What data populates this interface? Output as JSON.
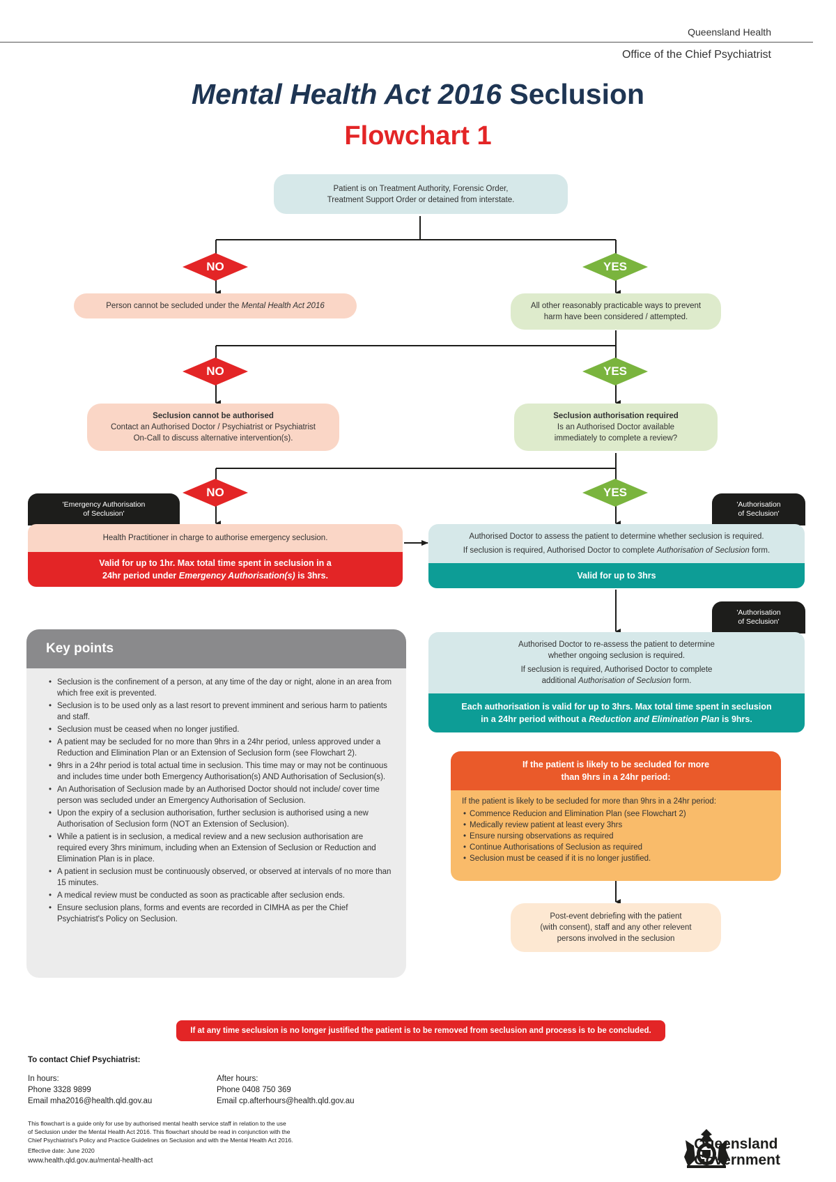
{
  "header": {
    "org": "Queensland Health",
    "office": "Office of the Chief Psychiatrist",
    "title_italic": "Mental Health Act 2016",
    "title_rest": " Seclusion",
    "subtitle": "Flowchart 1"
  },
  "flow": {
    "start_1": "Patient is on Treatment Authority, Forensic Order,",
    "start_2": "Treatment Support Order or detained from interstate.",
    "no_label": "NO",
    "yes_label": "YES",
    "no1_text_a": "Person cannot be secluded under the ",
    "no1_text_i": "Mental Health Act 2016",
    "yes1_1": "All other reasonably practicable ways to prevent",
    "yes1_2": "harm have been considered / attempted.",
    "no2_head": "Seclusion cannot be authorised",
    "no2_1": "Contact an Authorised Doctor / Psychiatrist or Psychiatrist",
    "no2_2": "On-Call to discuss alternative intervention(s).",
    "yes2_head": "Seclusion authorisation required",
    "yes2_1": "Is an Authorised Doctor available",
    "yes2_2": "immediately to complete a review?",
    "tab_emergency_1": "'Emergency Authorisation",
    "tab_emergency_2": "of Seclusion'",
    "tab_auth_1": "'Authorisation",
    "tab_auth_2": "of Seclusion'",
    "emergency_top": "Health Practitioner in charge to authorise emergency seclusion.",
    "emergency_bar_1": "Valid for up to 1hr. Max total time spent in seclusion in a",
    "emergency_bar_2a": "24hr period under ",
    "emergency_bar_2i": "Emergency Authorisation(s)",
    "emergency_bar_2b": " is 3hrs.",
    "auth1_1": "Authorised Doctor to assess the patient to determine whether seclusion is required.",
    "auth1_2a": "If seclusion is required, Authorised Doctor to complete ",
    "auth1_2i": "Authorisation of Seclusion",
    "auth1_2b": " form.",
    "auth1_bar": "Valid for up to 3hrs",
    "auth2_1": "Authorised Doctor to re-assess the patient to determine",
    "auth2_2": "whether ongoing seclusion is required.",
    "auth2_3": "If seclusion is required, Authorised Doctor to complete",
    "auth2_4a": "additional ",
    "auth2_4i": "Authorisation of Seclusion",
    "auth2_4b": " form.",
    "auth2_bar_1": "Each authorisation is valid for up to 3hrs. Max total time spent in seclusion",
    "auth2_bar_2a": "in a 24hr period without a ",
    "auth2_bar_2i": "Reduction and Elimination Plan",
    "auth2_bar_2b": " is 9hrs.",
    "orange_head_1": "If the patient is likely to be secluded for more",
    "orange_head_2": "than 9hrs in a 24hr period:",
    "orange_intro": "If the patient is likely to be secluded for more than 9hrs in a 24hr period:",
    "orange_items": [
      "Commence Reducion and Elimination Plan (see Flowchart 2)",
      "Medically review patient at least every 3hrs",
      "Ensure nursing observations as required",
      "Continue Authorisations of Seclusion as required",
      "Seclusion must be ceased if it is no longer justified."
    ],
    "debrief_1": "Post-event debriefing with the patient",
    "debrief_2": "(with consent), staff and any other relevent",
    "debrief_3": "persons involved in the seclusion"
  },
  "key_points": {
    "heading": "Key points",
    "items": [
      "Seclusion is the confinement of a person, at any time of the day or night, alone in an area from which free exit is prevented.",
      "Seclusion is to be used only as a last resort to prevent imminent and serious harm to patients and staff.",
      "Seclusion must be ceased when no longer justified.",
      "A patient may be secluded for no more than 9hrs in a 24hr period, unless approved under a Reduction and Elimination Plan or an Extension of Seclusion form (see Flowchart 2).",
      "9hrs in a 24hr period is total actual time in seclusion. This time may or may not be continuous and includes time under both Emergency Authorisation(s) AND Authorisation of Seclusion(s).",
      "An Authorisation of Seclusion made by an Authorised Doctor should not include/ cover time person was secluded under an Emergency Authorisation of Seclusion.",
      "Upon the expiry of a seclusion authorisation, further seclusion is authorised using a new Authorisation of Seclusion form (NOT an Extension of Seclusion).",
      "While a patient is in seclusion, a medical review and a new seclusion authorisation are required every 3hrs minimum, including when an Extension of Seclusion or Reduction and Elimination Plan is in place.",
      "A patient in seclusion must be continuously observed, or observed at intervals of no more than 15 minutes.",
      "A medical review must be conducted as soon as practicable after seclusion ends.",
      "Ensure seclusion plans, forms and events are recorded in CIMHA as per the Chief Psychiatrist's Policy on Seclusion."
    ]
  },
  "bottom_notice": "If at any time seclusion is no longer justified the patient is to be removed from seclusion and process is to be concluded.",
  "contact": {
    "heading": "To contact Chief Psychiatrist:",
    "in_hours": "In hours:",
    "in_phone": "Phone 3328 9899",
    "in_email": "Email mha2016@health.qld.gov.au",
    "after_hours": "After hours:",
    "after_phone": "Phone 0408 750 369",
    "after_email": "Email cp.afterhours@health.qld.gov.au"
  },
  "disclaimer": {
    "line1": "This flowchart is a guide only for use by authorised mental health service staff in relation to the use",
    "line2": "of Seclusion under the Mental Health Act 2016. This flowchart should be read in conjunction with the",
    "line3": "Chief Psychiatrist's Policy and Practice Guidelines on Seclusion and with the Mental Health Act 2016.",
    "effective": "Effective date: June 2020",
    "url": "www.health.qld.gov.au/mental-health-act"
  },
  "logo": {
    "line1": "Queensland",
    "line2": "Government"
  },
  "colors": {
    "navy": "#1e3553",
    "red": "#e32526",
    "green": "#7ab43e",
    "teal": "#0d9d96",
    "orange": "#ea5a2a",
    "amber": "#f9bb6a"
  }
}
